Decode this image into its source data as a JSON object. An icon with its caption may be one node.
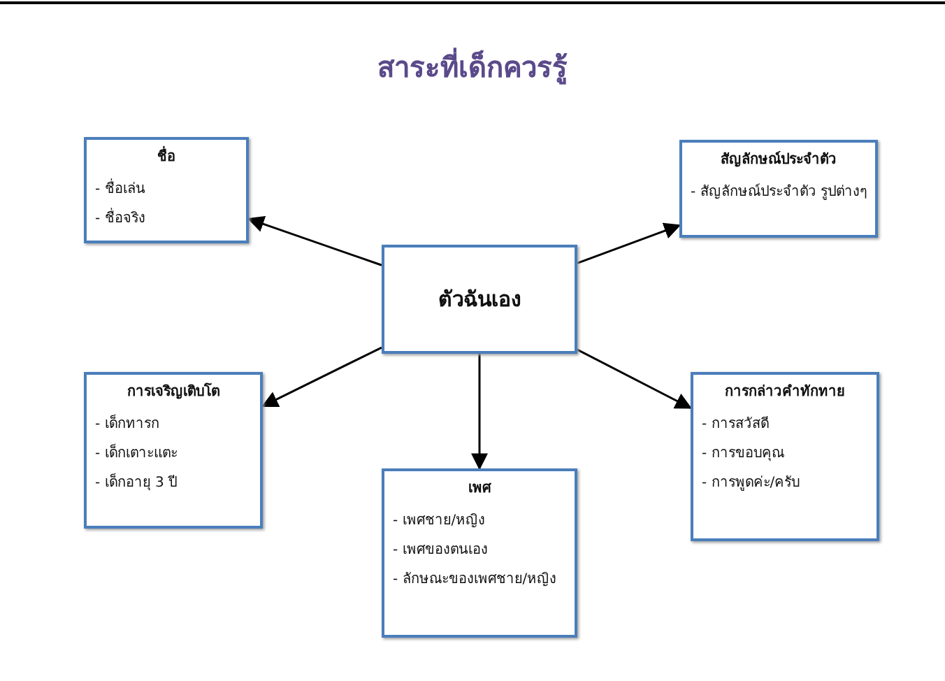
{
  "diagram": {
    "title": "สาระที่เด็กควรรู้",
    "nodes": [
      {
        "text": [
          "ชื่อ",
          "- ชื่อเล่น",
          "- ชื่อจริง"
        ]
      },
      {
        "text": [
          "สัญลักษณ์ประจำตัว",
          "- สัญลักษณ์ประจำตัว รูปต่างๆ"
        ]
      },
      {
        "text": [
          "ตัวฉันเอง"
        ]
      },
      {
        "text": [
          "การเจริญเติบโต",
          "- เด็กทารก",
          "- เด็กเตาะแตะ",
          "- เด็กอายุ 3 ปี"
        ]
      },
      {
        "text": [
          "การกล่าวคำทักทาย",
          "- การสวัสดี",
          "- การขอบคุณ",
          "- การพูดค่ะ/ครับ"
        ]
      },
      {
        "text": [
          "เพศ",
          "- เพศชาย/หญิง",
          "- เพศของตนเอง",
          "- ลักษณะของเพศชาย/หญิง"
        ]
      }
    ],
    "edges": [
      {
        "from": 2,
        "to": 0,
        "arrow": "to"
      },
      {
        "from": 2,
        "to": 1,
        "arrow": "to"
      },
      {
        "from": 2,
        "to": 3,
        "arrow": "to"
      },
      {
        "from": 2,
        "to": 5,
        "arrow": "to"
      },
      {
        "from": 2,
        "to": 4,
        "arrow": "to"
      }
    ]
  }
}
